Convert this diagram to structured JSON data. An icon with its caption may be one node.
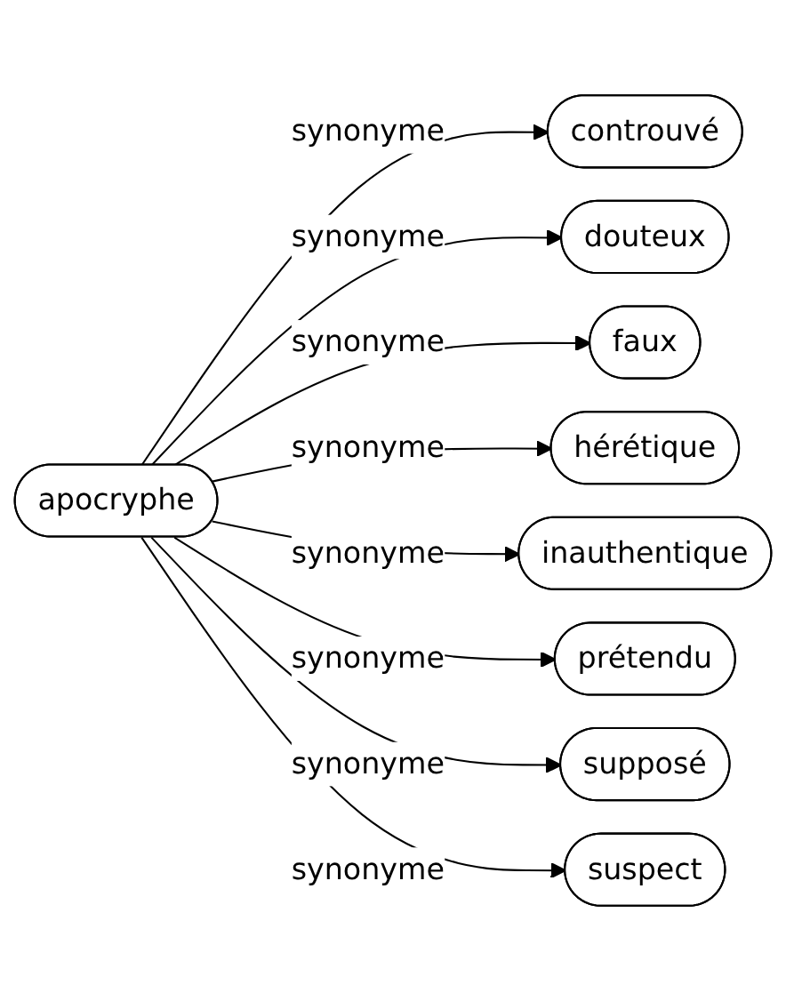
{
  "diagram": {
    "nodes": [
      {
        "text": [
          "apocryphe"
        ]
      },
      {
        "text": [
          "controuvé"
        ]
      },
      {
        "text": [
          "douteux"
        ]
      },
      {
        "text": [
          "faux"
        ]
      },
      {
        "text": [
          "hérétique"
        ]
      },
      {
        "text": [
          "inauthentique"
        ]
      },
      {
        "text": [
          "prétendu"
        ]
      },
      {
        "text": [
          "supposé"
        ]
      },
      {
        "text": [
          "suspect"
        ]
      }
    ],
    "edges": [
      {
        "from": 0,
        "to": 1,
        "arrow": "to",
        "label": "synonyme"
      },
      {
        "from": 0,
        "to": 2,
        "arrow": "to",
        "label": "synonyme"
      },
      {
        "from": 0,
        "to": 3,
        "arrow": "to",
        "label": "synonyme"
      },
      {
        "from": 0,
        "to": 4,
        "arrow": "to",
        "label": "synonyme"
      },
      {
        "from": 0,
        "to": 5,
        "arrow": "to",
        "label": "synonyme"
      },
      {
        "from": 0,
        "to": 6,
        "arrow": "to",
        "label": "synonyme"
      },
      {
        "from": 0,
        "to": 7,
        "arrow": "to",
        "label": "synonyme"
      },
      {
        "from": 0,
        "to": 8,
        "arrow": "to",
        "label": "synonyme"
      }
    ]
  }
}
